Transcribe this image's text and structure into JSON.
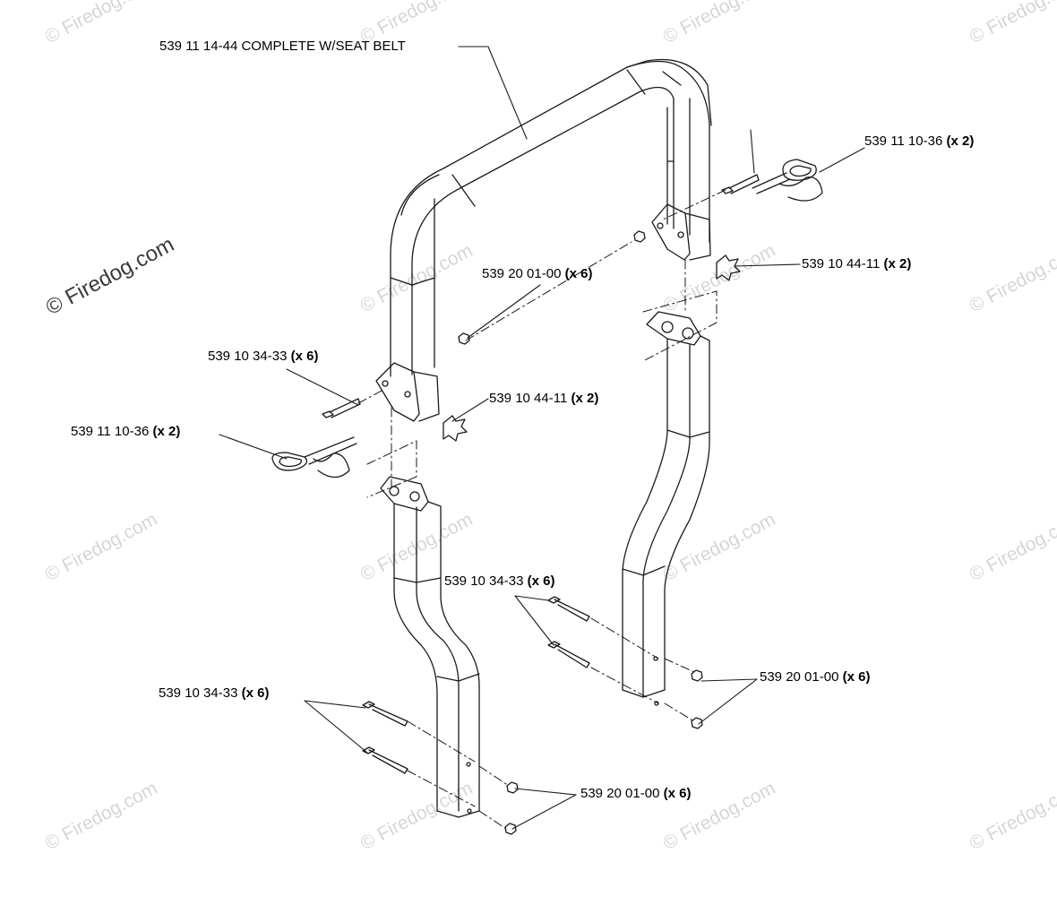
{
  "title_callout": "539 11 14-44 COMPLETE W/SEAT BELT",
  "callouts": [
    {
      "part": "539 11 10-36",
      "qty": "(x 2)"
    },
    {
      "part": "539 10 44-11",
      "qty": "(x 2)"
    },
    {
      "part": "539 20 01-00",
      "qty": "(x 6)"
    },
    {
      "part": "539 10 34-33",
      "qty": "(x 6)"
    },
    {
      "part": "539 10 44-11",
      "qty": "(x 2)"
    },
    {
      "part": "539 11 10-36",
      "qty": "(x 2)"
    },
    {
      "part": "539 10 34-33",
      "qty": "(x 6)"
    },
    {
      "part": "539 20 01-00",
      "qty": "(x 6)"
    },
    {
      "part": "539 10 34-33",
      "qty": "(x 6)"
    },
    {
      "part": "539 20 01-00",
      "qty": "(x 6)"
    }
  ],
  "watermark": "© Firedog.com",
  "colors": {
    "line": "#1a1a1a",
    "watermark": "#d6d6d6"
  }
}
